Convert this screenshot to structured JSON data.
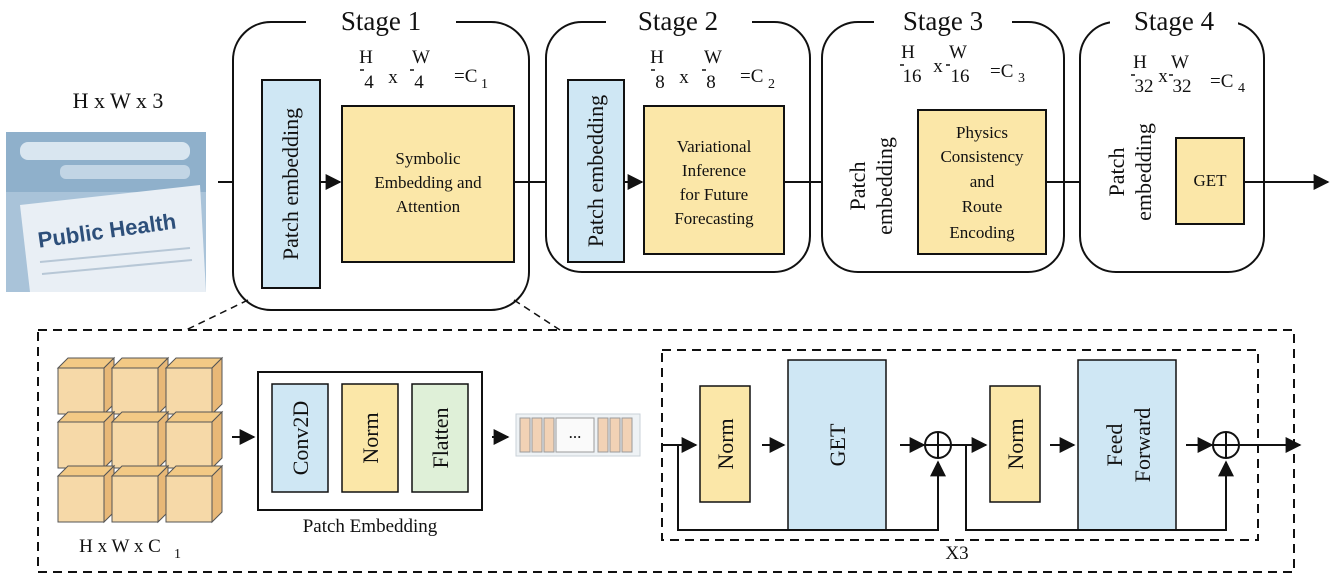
{
  "input": {
    "dims": "H x W x 3",
    "image_text": "Public Health"
  },
  "stages": [
    {
      "title": "Stage 1",
      "patch": "Patch embedding",
      "block": [
        "Symbolic",
        "Embedding and",
        "Attention"
      ],
      "res": {
        "h": "H",
        "hd": "4",
        "x": "x",
        "w": "W",
        "wd": "4",
        "c": "=C",
        "ci": "1"
      }
    },
    {
      "title": "Stage 2",
      "patch": "Patch embedding",
      "block": [
        "Variational",
        "Inference",
        "for Future",
        "Forecasting"
      ],
      "res": {
        "h": "H",
        "hd": "8",
        "x": "x",
        "w": "W",
        "wd": "8",
        "c": "=C",
        "ci": "2"
      }
    },
    {
      "title": "Stage 3",
      "patch": [
        "Patch",
        "embedding"
      ],
      "block": [
        "Physics",
        "Consistency",
        "and",
        "Route",
        "Encoding"
      ],
      "res": {
        "h": "H",
        "hd": "16",
        "x": "x",
        "w": "W",
        "wd": "16",
        "c": "=C",
        "ci": "3"
      }
    },
    {
      "title": "Stage 4",
      "patch": [
        "Patch",
        "embedding"
      ],
      "block": [
        "GET"
      ],
      "res": {
        "h": "H",
        "hd": "32",
        "x": "x",
        "w": "W",
        "wd": "32",
        "c": "=C",
        "ci": "4"
      }
    }
  ],
  "detail": {
    "cube_label": "H x W x C",
    "cube_sub": "1",
    "patch_embedding_label": "Patch Embedding",
    "patch_ops": [
      "Conv2D",
      "Norm",
      "Flatten"
    ],
    "token_ellipsis": "...",
    "transformer": {
      "norm1": "Norm",
      "attn": "GET",
      "norm2": "Norm",
      "ff": [
        "Feed",
        "Forward"
      ],
      "repeat": "X3",
      "plus": "+"
    }
  },
  "colors": {
    "blue": "#cfe7f4",
    "yellow": "#fbe7a8",
    "green": "#dff0d8",
    "token": "#f2d2b5",
    "cube_face": "#f6d9a8",
    "cube_top": "#f2c985",
    "cube_side": "#e8b877"
  }
}
